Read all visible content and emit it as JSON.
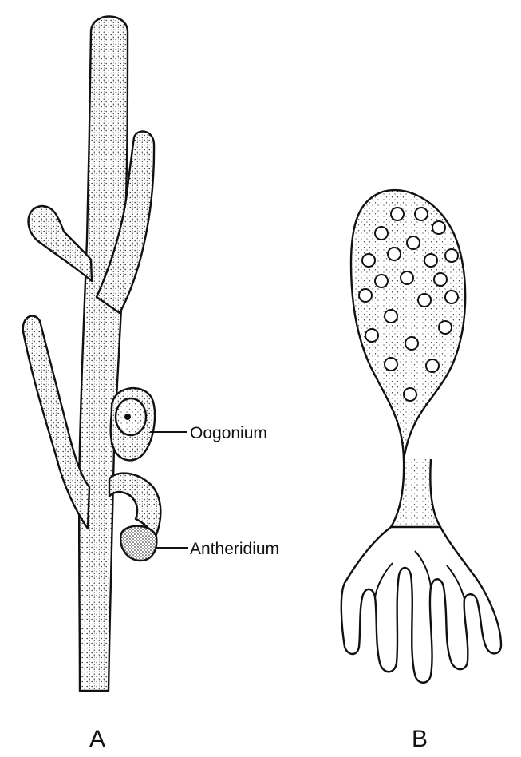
{
  "figure": {
    "labels": {
      "oogonium": "Oogonium",
      "antheridium": "Antheridium"
    },
    "panels": {
      "a": "A",
      "b": "B"
    }
  },
  "style": {
    "ink": "#111111",
    "stipple": "#2a2a2a",
    "background": "#ffffff"
  }
}
